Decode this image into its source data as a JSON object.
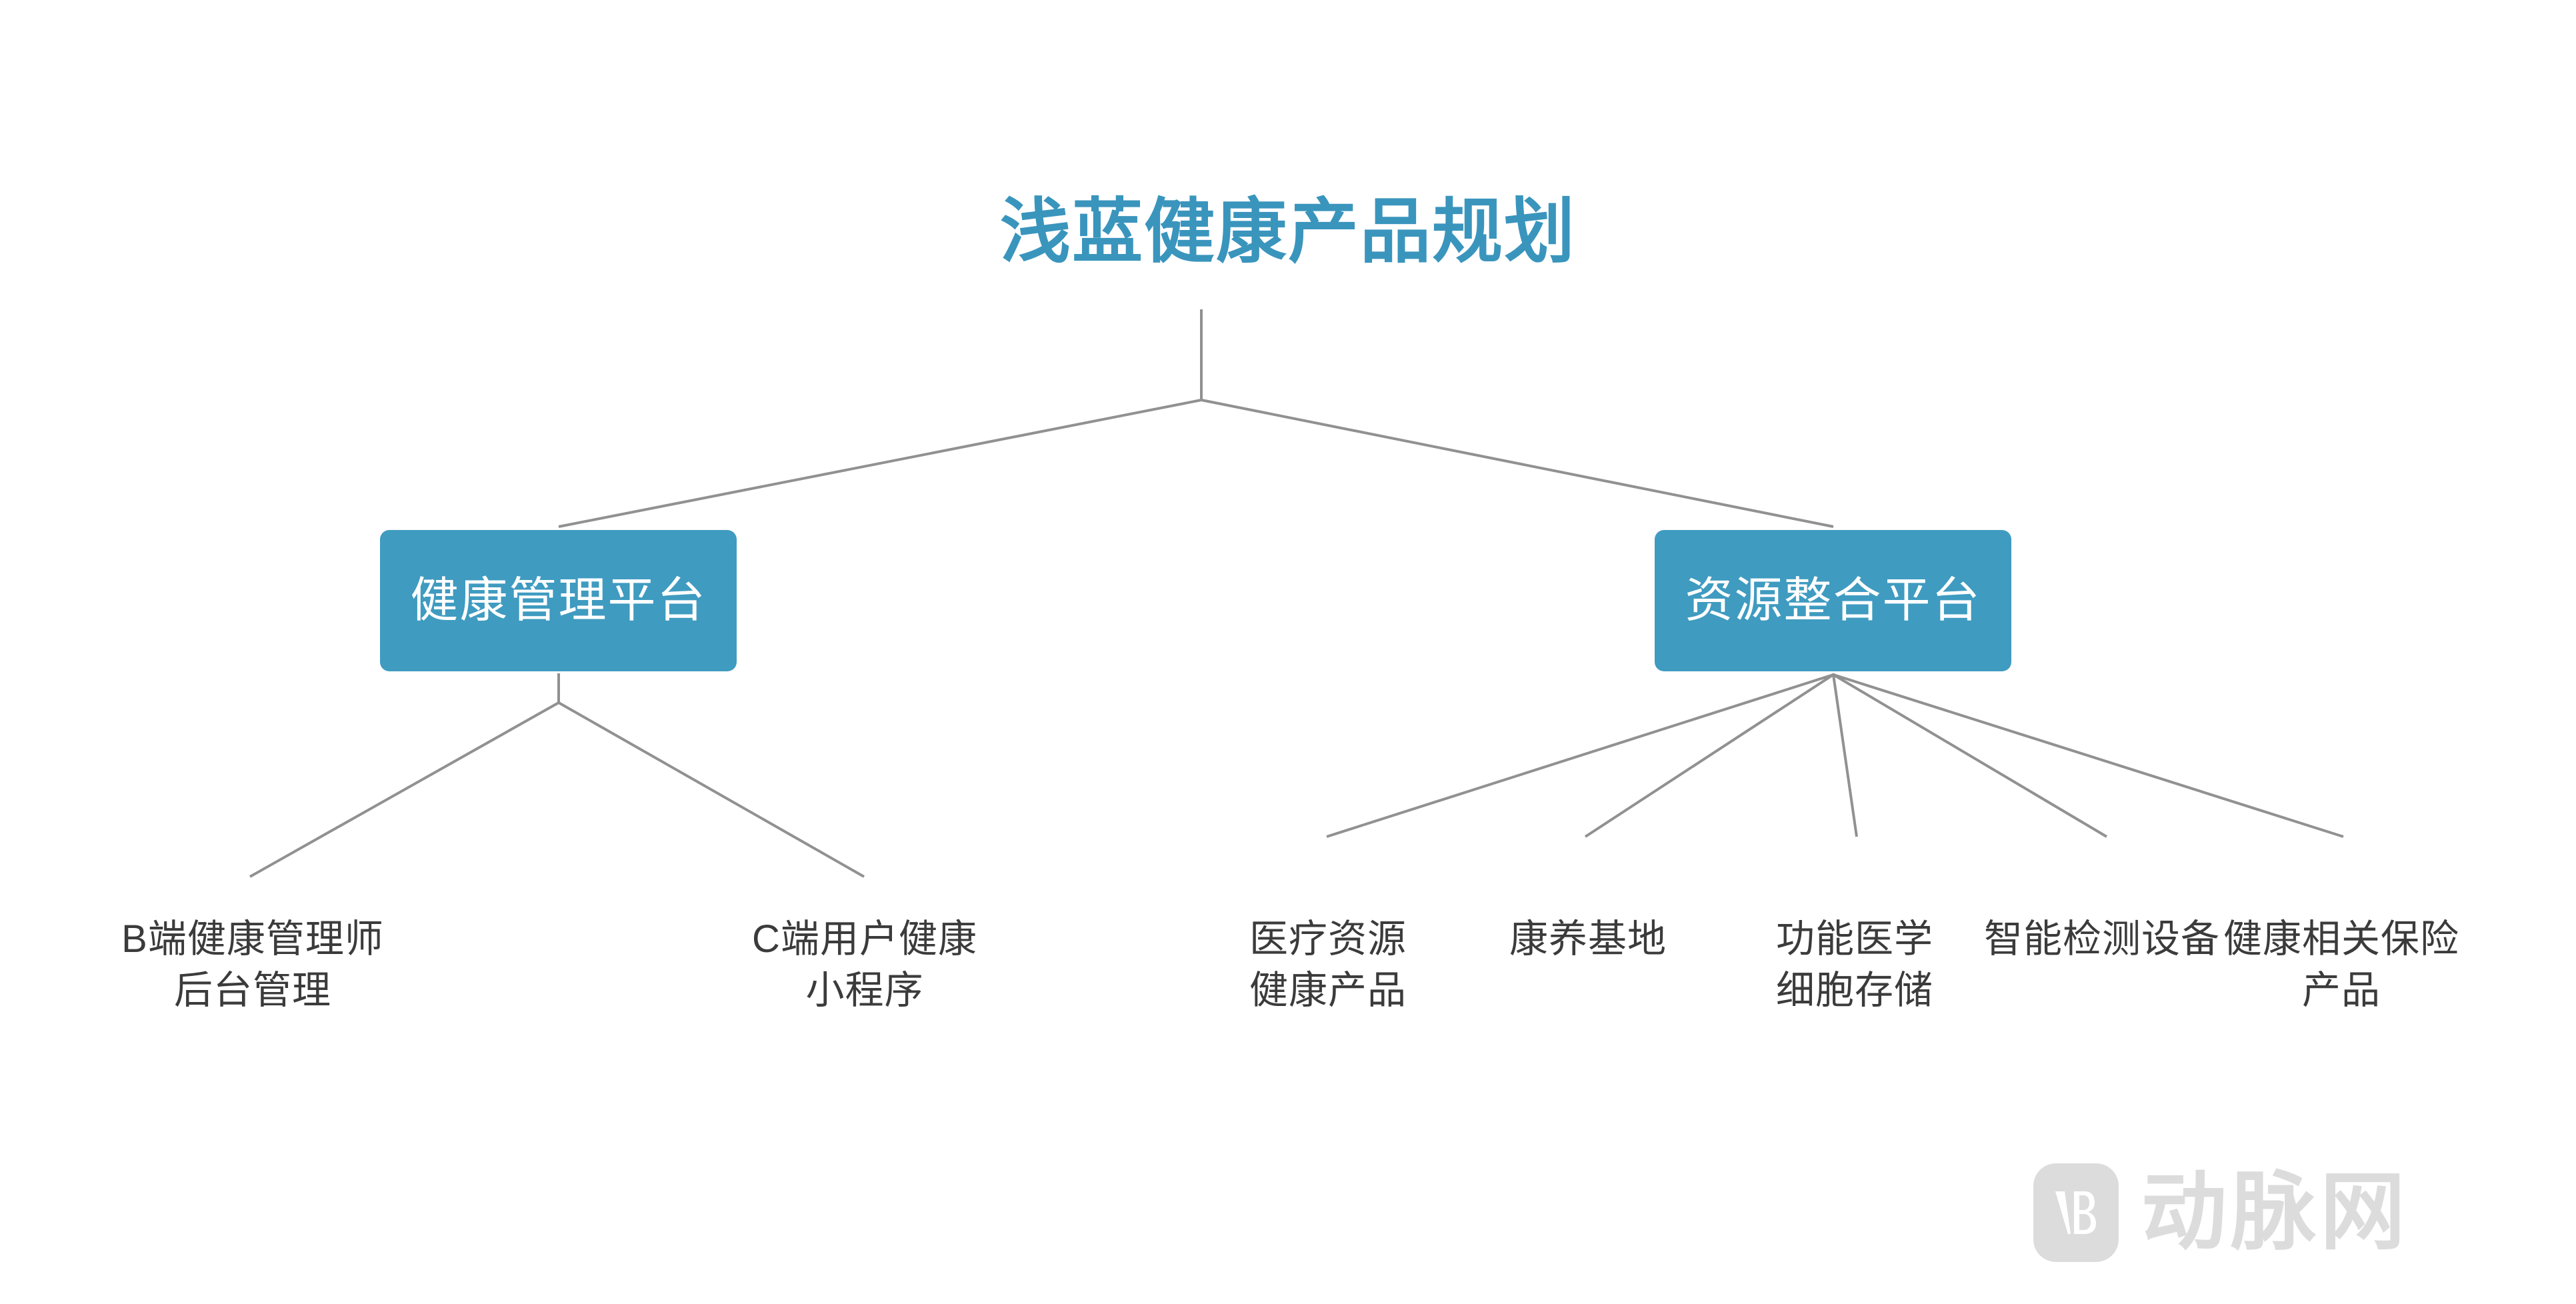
{
  "diagram": {
    "type": "org-tree",
    "title": "浅蓝健康产品规划",
    "title_color": "#3a95bd",
    "node_fill_color": "#3f9bc0",
    "node_text_color": "#ffffff",
    "leaf_text_color": "#3b3b3b",
    "edge_color": "#919191",
    "background_color": "#ffffff"
  },
  "root": {
    "label": "浅蓝健康产品规划"
  },
  "branches": [
    {
      "id": "health-platform",
      "label": "健康管理平台",
      "children": [
        {
          "id": "b-end-manager",
          "line1": "B端健康管理师",
          "line2": "后台管理"
        },
        {
          "id": "c-end-user",
          "line1": "C端用户健康",
          "line2": "小程序"
        }
      ]
    },
    {
      "id": "resource-platform",
      "label": "资源整合平台",
      "children": [
        {
          "id": "medical-resource",
          "line1": "医疗资源",
          "line2": "健康产品"
        },
        {
          "id": "wellness-base",
          "line1": "康养基地",
          "line2": ""
        },
        {
          "id": "functional-medicine",
          "line1": "功能医学",
          "line2": "细胞存储"
        },
        {
          "id": "smart-device",
          "line1": "智能检测设备",
          "line2": ""
        },
        {
          "id": "health-insurance",
          "line1": "健康相关保险",
          "line2": "产品"
        }
      ]
    }
  ],
  "watermark": {
    "logo_text": "VB",
    "text": "动脉网",
    "color": "#dcdcdc"
  }
}
